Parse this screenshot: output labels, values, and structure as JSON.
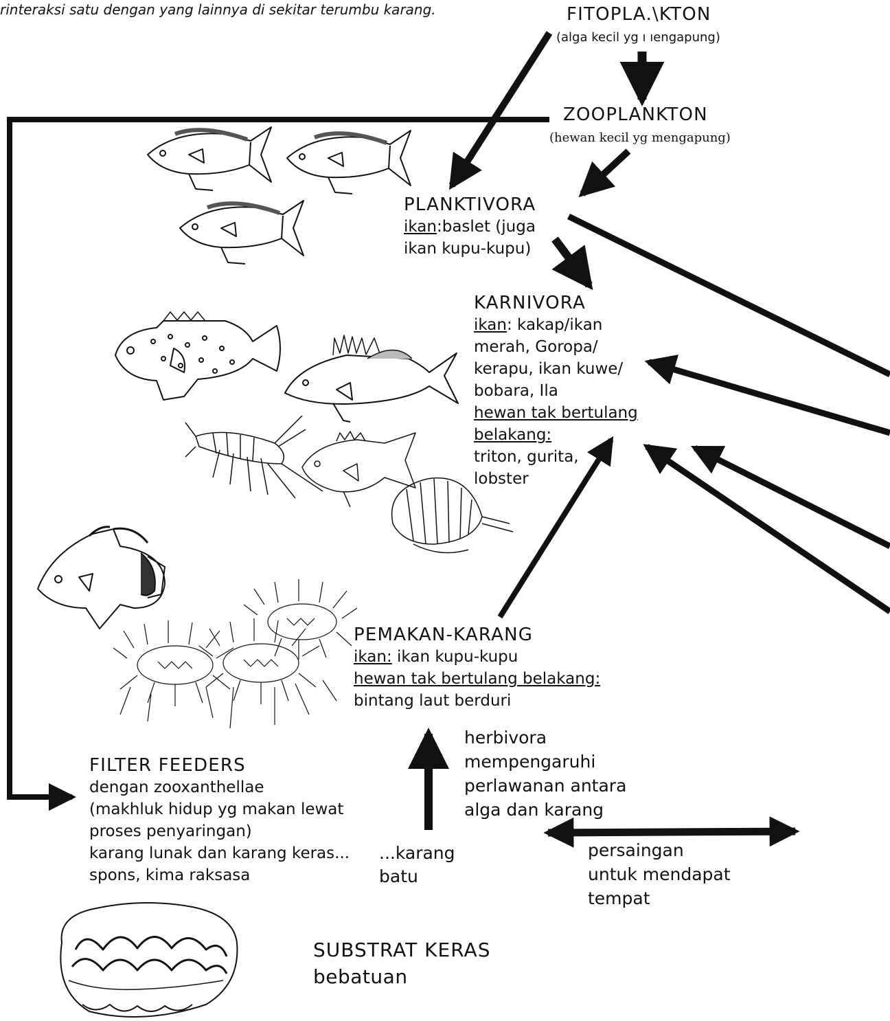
{
  "intro_fragment": "rinteraksi satu dengan yang lainnya di sekitar terumbu karang.",
  "nodes": {
    "fitoplankton": {
      "title": "FITOPLA.\\KTON",
      "subtitle": "(alga kecil yg ı ıengapung)"
    },
    "zooplankton": {
      "title": "ZOOPLANKTON",
      "subtitle": "(hewan kecil yg mengapung)"
    },
    "planktivora": {
      "title": "PLANKTIVORA",
      "fish_label": "ikan",
      "fish_text": ":baslet (juga",
      "line3": "ikan kupu-kupu)"
    },
    "karnivora": {
      "title": "KARNIVORA",
      "fish_label": "ikan",
      "fish_text": ": kakap/ikan",
      "lines": [
        "merah, Goropa/",
        "kerapu, ikan kuwe/",
        "bobara, Ila"
      ],
      "invert_label_1": "hewan tak bertulang",
      "invert_label_2": "belakang:",
      "invert_lines": [
        "triton, gurita,",
        "lobster"
      ]
    },
    "pemakan_karang": {
      "title": "PEMAKAN-KARANG",
      "fish_label": "ikan:",
      "fish_text": " ikan kupu-kupu",
      "invert_label": "hewan tak bertulang belakang:",
      "invert_text": "bintang laut berduri"
    },
    "filter_feeders": {
      "title": "FILTER FEEDERS",
      "lines": [
        "dengan zooxanthellae",
        "(makhluk hidup yg makan lewat",
        "proses penyaringan)",
        "karang lunak dan karang keras...",
        "spons, kima raksasa"
      ]
    },
    "karang_batu": {
      "lines": [
        "...karang",
        "batu"
      ]
    },
    "herbivora_note": {
      "lines": [
        "herbivora",
        "mempengaruhi",
        "perlawanan antara",
        "alga dan karang"
      ]
    },
    "persaingan": {
      "lines": [
        "persaingan",
        "untuk mendapat",
        "tempat"
      ]
    },
    "substrat": {
      "title": "SUBSTRAT KERAS",
      "subtitle": "bebatuan"
    }
  },
  "illustrations": [
    "planktivore-fish-school",
    "grouper-fish",
    "snapper-fish",
    "lobster",
    "small-reef-fish",
    "triton-shell",
    "butterflyfish",
    "crown-of-thorns-starfish",
    "giant-clam"
  ],
  "colors": {
    "ink": "#111111",
    "paper": "#ffffff"
  }
}
